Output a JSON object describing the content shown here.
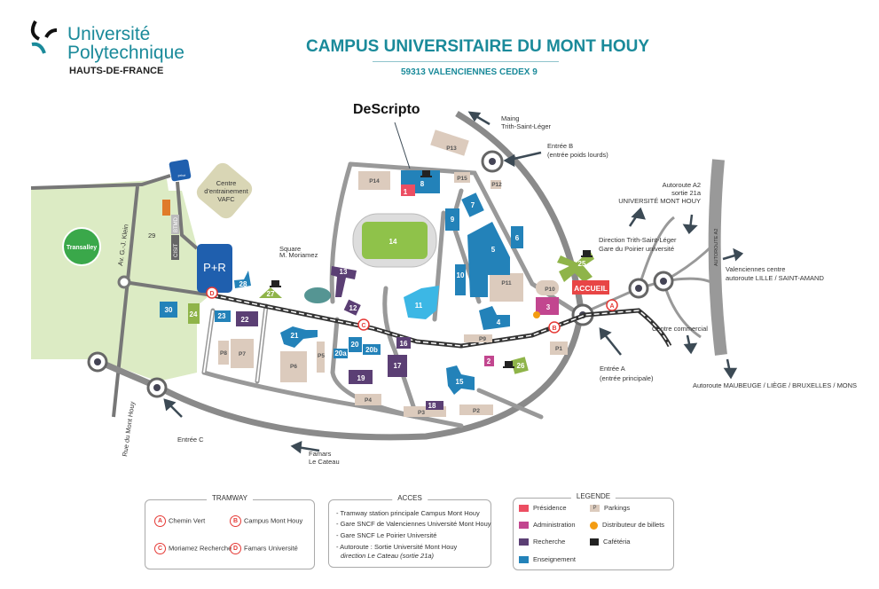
{
  "header": {
    "logo_line1": "Université",
    "logo_line2": "Polytechnique",
    "logo_line3": "HAUTS-DE-FRANCE",
    "title": "CAMPUS UNIVERSITAIRE DU MONT HOUY",
    "subtitle": "59313 VALENCIENNES CEDEX 9"
  },
  "annotation": "DeScripto",
  "colors": {
    "teal": "#1a8a9a",
    "presidence": "#ec4e62",
    "administration": "#c2468f",
    "recherche": "#5b3f74",
    "enseignement": "#2382b9",
    "green": "#8fb449",
    "parking": "#dccbbd",
    "accueil": "#e84545"
  },
  "places": {
    "maing": "Maing",
    "trith": "Trith-Saint-Léger",
    "entree_b": "Entrée B",
    "entree_b_sub": "(entrée poids lourds)",
    "a2_1": "Autoroute A2",
    "a2_2": "sortie 21a",
    "a2_3": "UNIVERSITÉ MONT HOUY",
    "dir_trith": "Direction Trith-Saint-Léger",
    "gare_poirier": "Gare du Poirier université",
    "valenciennes": "Valenciennes centre",
    "lille": "autoroute LILLE / SAINT-AMAND",
    "autoroute_a2_vertical": "AUTOROUTE A2",
    "centre_commercial": "Centre commercial",
    "entree_a": "Entrée A",
    "entree_a_sub": "(entrée principale)",
    "maubeuge": "Autoroute MAUBEUGE / LIÈGE / BRUXELLES / MONS",
    "famars": "Famars",
    "le_cateau": "Le Cateau",
    "entree_c": "Entrée C",
    "rue_mont_houy": "Rue du Mont Houy",
    "av_klein": "Av. G.-J. Klein",
    "transalley": "Transalley",
    "centre_1": "Centre",
    "centre_2": "d'entrainement",
    "centre_3": "VAFC",
    "square_1": "Square",
    "square_2": "M. Moriamez",
    "accueil": "ACCUEIL",
    "p_prive": "privé",
    "pr": "P+R",
    "btmd": "BTMD",
    "cisit": "CISIT",
    "zone29": "29"
  },
  "buildings": [
    "1",
    "2",
    "3",
    "4",
    "5",
    "6",
    "7",
    "8",
    "9",
    "10",
    "11",
    "12",
    "13",
    "14",
    "15",
    "16",
    "17",
    "18",
    "19",
    "20",
    "20a",
    "20b",
    "21",
    "22",
    "23",
    "24",
    "25",
    "26",
    "27",
    "28",
    "30"
  ],
  "parkings": [
    "P1",
    "P2",
    "P3",
    "P4",
    "P5",
    "P6",
    "P7",
    "P8",
    "P9",
    "P10",
    "P11",
    "P12",
    "P13",
    "P14",
    "P15"
  ],
  "tram_stops": [
    "A",
    "B",
    "C",
    "D"
  ],
  "legend": {
    "tramway": {
      "title": "TRAMWAY",
      "stops": [
        {
          "letter": "A",
          "name": "Chemin Vert"
        },
        {
          "letter": "B",
          "name": "Campus Mont Houy"
        },
        {
          "letter": "C",
          "name": "Moriamez Recherche"
        },
        {
          "letter": "D",
          "name": "Famars Université"
        }
      ]
    },
    "acces": {
      "title": "ACCES",
      "items": [
        "- Tramway station principale Campus Mont Houy",
        "- Gare SNCF de Valenciennes Université Mont Houy",
        "- Gare SNCF Le Poirier Université",
        "- Autoroute : Sortie Université Mont Houy",
        "direction Le Cateau (sortie 21a)"
      ]
    },
    "legende": {
      "title": "LEGENDE",
      "presidence": "Présidence",
      "administration": "Administration",
      "recherche": "Recherche",
      "enseignement": "Enseignement",
      "parkings": "Parkings",
      "parkings_symbol": "P",
      "distributeur": "Distributeur de billets",
      "cafeteria": "Cafétéria"
    }
  }
}
